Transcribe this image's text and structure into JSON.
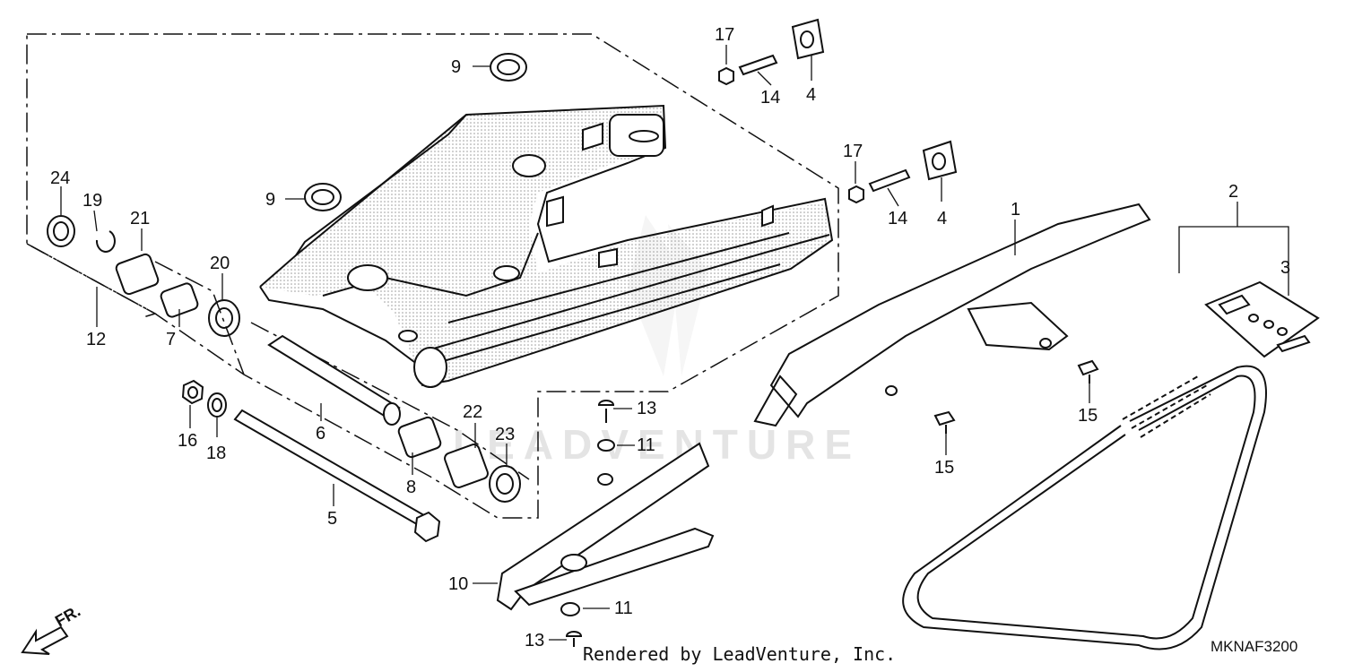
{
  "diagram": {
    "watermark": "LEADVENTURE",
    "footer": "Rendered by LeadVenture, Inc.",
    "code": "MKNAF3200",
    "fr_label": "FR.",
    "callouts": [
      "1",
      "2",
      "3",
      "4",
      "4",
      "5",
      "6",
      "7",
      "8",
      "9",
      "9",
      "10",
      "11",
      "11",
      "12",
      "13",
      "13",
      "14",
      "14",
      "15",
      "15",
      "16",
      "17",
      "17",
      "18",
      "19",
      "20",
      "21",
      "22",
      "23",
      "24"
    ]
  }
}
